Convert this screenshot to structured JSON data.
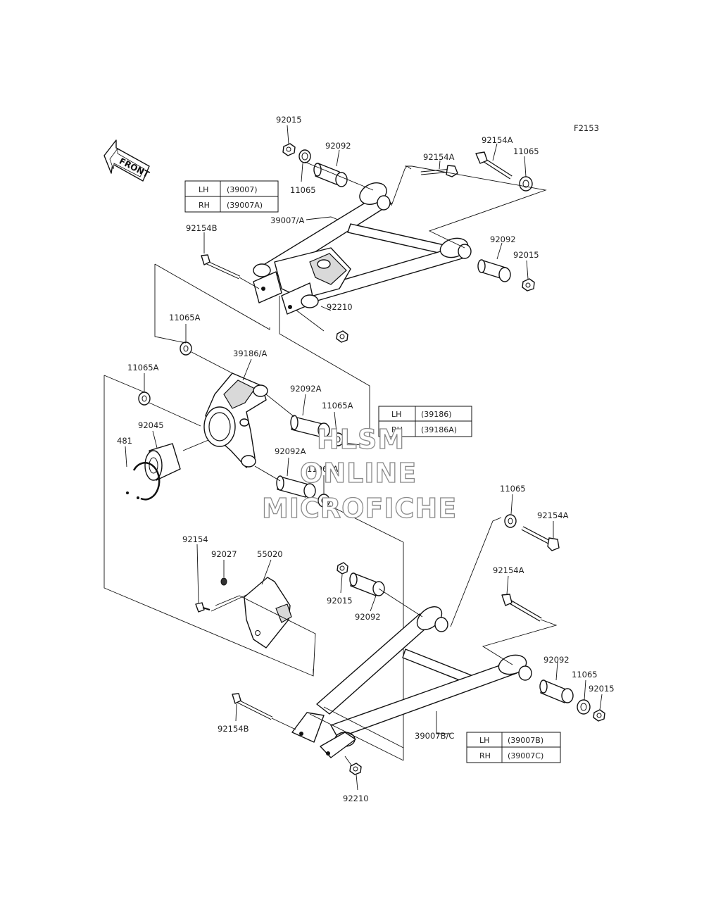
{
  "figure_code": "F2153",
  "front_label": "FRONT",
  "watermark": [
    "HLSM",
    "ONLINE",
    "MICROFICHE"
  ],
  "tables": {
    "upper_arm": [
      [
        "LH",
        "(39007)"
      ],
      [
        "RH",
        "(39007A)"
      ]
    ],
    "knuckle": [
      [
        "LH",
        "(39186)"
      ],
      [
        "RH",
        "(39186A)"
      ]
    ],
    "lower_arm": [
      [
        "LH",
        "(39007B)"
      ],
      [
        "RH",
        "(39007C)"
      ]
    ]
  },
  "labels": {
    "u_92015_top": "92015",
    "u_11065_top": "11065",
    "u_92092_top": "92092",
    "u_92154A_mid": "92154A",
    "u_92154A_right": "92154A",
    "u_11065_right": "11065",
    "u_39007": "39007/A",
    "u_92154B": "92154B",
    "u_92092_right": "92092",
    "u_92015_right": "92015",
    "u_92210": "92210",
    "k_11065A_top": "11065A",
    "k_39186": "39186/A",
    "k_11065A_left": "11065A",
    "k_92045": "92045",
    "k_481": "481",
    "k_92092A_top": "92092A",
    "k_11065A_mid": "11065A",
    "k_92092A_low": "92092A",
    "k_11065A_low": "11065A",
    "l_11065_top": "11065",
    "l_92154A_top": "92154A",
    "l_92154A_mid": "92154A",
    "l_92154": "92154",
    "l_92027": "92027",
    "l_55020": "55020",
    "l_92015_mid": "92015",
    "l_92092_mid": "92092",
    "l_92092_right": "92092",
    "l_11065_right": "11065",
    "l_92015_right": "92015",
    "l_39007BC": "39007B/C",
    "l_92154B": "92154B",
    "l_92210": "92210"
  }
}
